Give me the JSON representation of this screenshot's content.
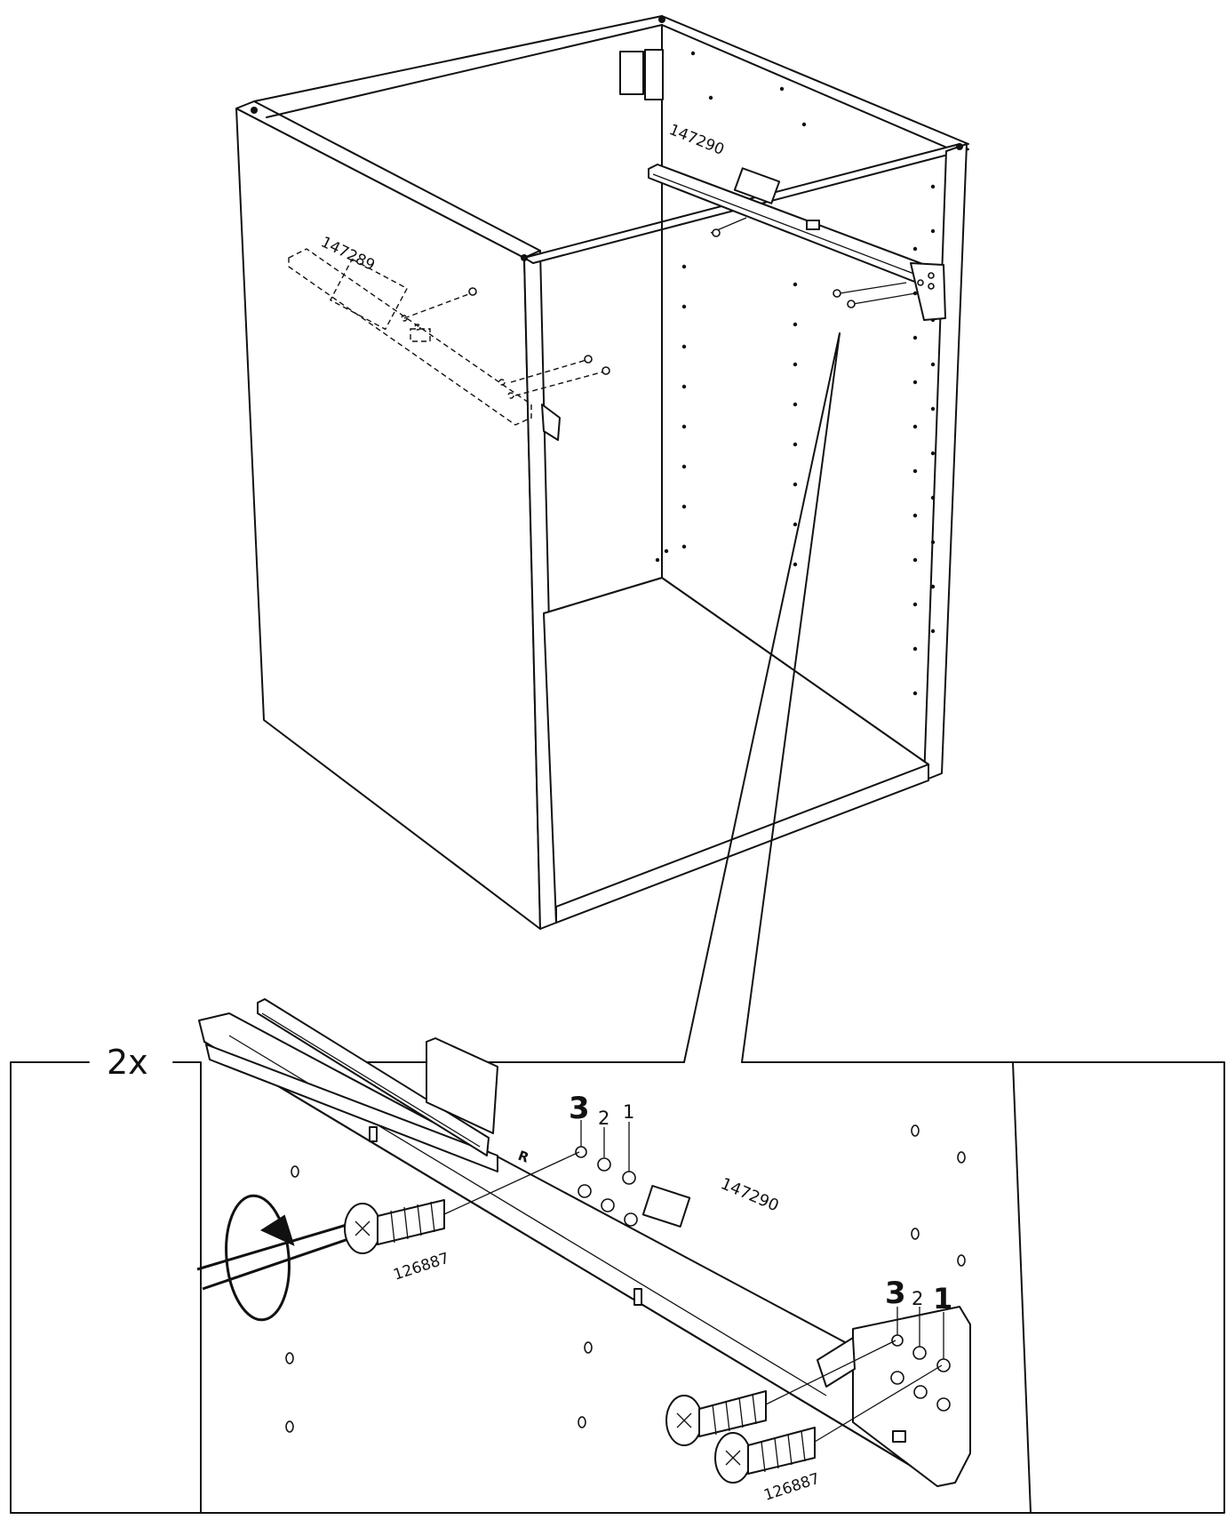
{
  "labels": {
    "rail_top": "147290",
    "rail_left": "147289",
    "rail_detail": "147290",
    "screw_left": "126887",
    "screw_right": "126887",
    "quantity": "2x"
  },
  "hole_numbers": {
    "left_3": "3",
    "left_2": "2",
    "left_1": "1",
    "right_3": "3",
    "right_2": "2",
    "right_1": "1"
  },
  "rail_marks": {
    "side_letter": "R"
  }
}
